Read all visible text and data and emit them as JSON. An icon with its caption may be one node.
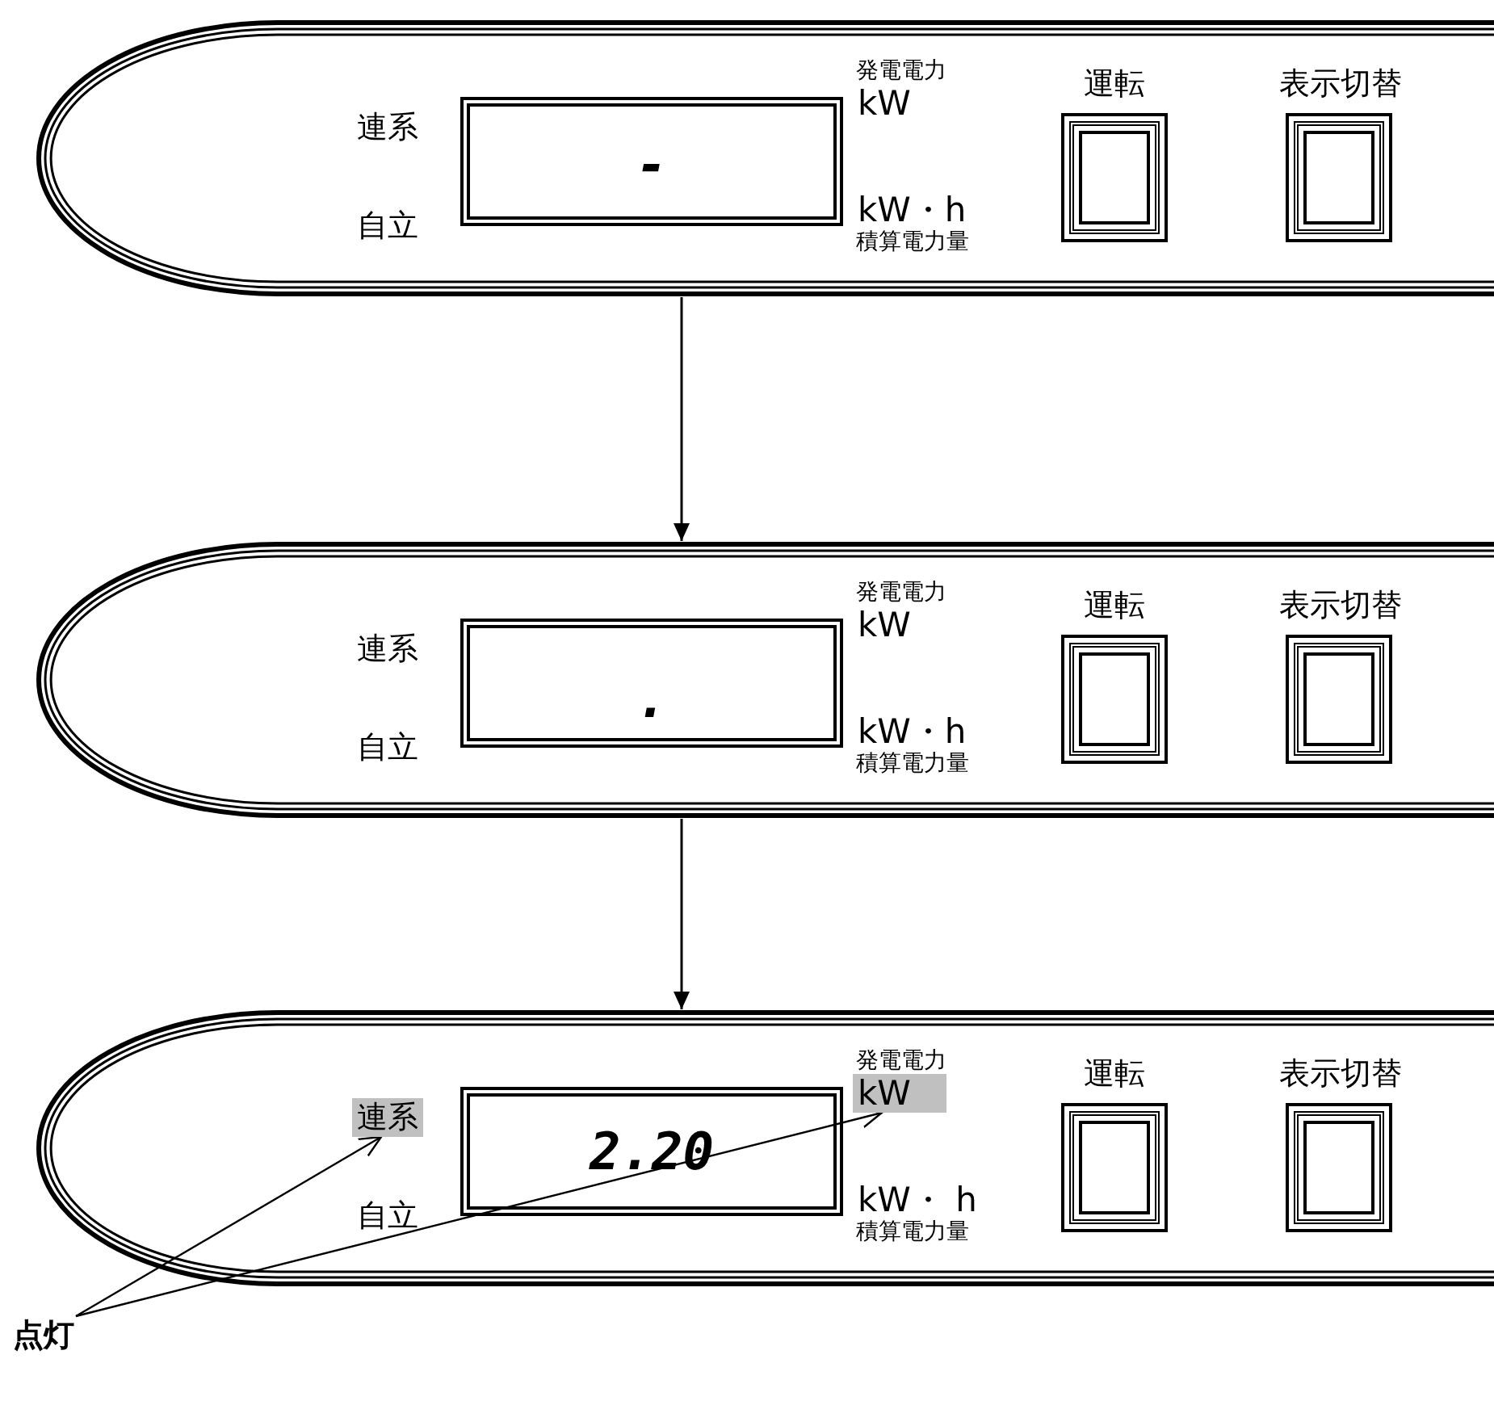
{
  "diagram": {
    "nodes": [
      {
        "text": [],
        "shape": "box"
      },
      {
        "text": [
          "連系"
        ],
        "in": 0
      },
      {
        "text": [
          "自立"
        ],
        "in": 0
      },
      {
        "text": [
          "-"
        ],
        "in": 0
      },
      {
        "text": [
          "発電電力",
          "kW"
        ],
        "in": 0
      },
      {
        "text": [
          "kW・h",
          "積算電力量"
        ],
        "in": 0
      },
      {
        "text": [
          "運転"
        ],
        "in": 0
      },
      {
        "text": [
          "表示切替"
        ],
        "in": 0
      },
      {
        "text": [],
        "shape": "box"
      },
      {
        "text": [
          "連系"
        ],
        "in": 8
      },
      {
        "text": [
          "自立"
        ],
        "in": 8
      },
      {
        "text": [
          "."
        ],
        "in": 8
      },
      {
        "text": [
          "発電電力",
          "kW"
        ],
        "in": 8
      },
      {
        "text": [
          "kW・h",
          "積算電力量"
        ],
        "in": 8
      },
      {
        "text": [
          "運転"
        ],
        "in": 8
      },
      {
        "text": [
          "表示切替"
        ],
        "in": 8
      },
      {
        "text": [],
        "shape": "box"
      },
      {
        "text": [
          "連系"
        ],
        "in": 16
      },
      {
        "text": [
          "自立"
        ],
        "in": 16
      },
      {
        "text": [
          "2.20"
        ],
        "in": 16
      },
      {
        "text": [
          "発電電力",
          "kW"
        ],
        "in": 16
      },
      {
        "text": [
          "kW・ h",
          "積算電力量"
        ],
        "in": 16
      },
      {
        "text": [
          "運転"
        ],
        "in": 16
      },
      {
        "text": [
          "表示切替"
        ],
        "in": 16
      },
      {
        "text": [
          "点灯"
        ]
      }
    ],
    "edges": [
      {
        "from": 0,
        "to": 8,
        "arrow": "to"
      },
      {
        "from": 8,
        "to": 16,
        "arrow": "to"
      },
      {
        "from": 24,
        "to": 17,
        "arrow": "to"
      },
      {
        "from": 24,
        "to": 20,
        "arrow": "to"
      }
    ]
  }
}
